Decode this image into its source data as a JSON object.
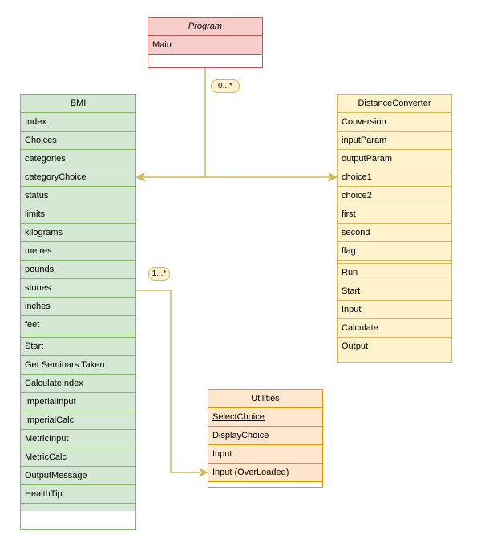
{
  "program": {
    "title": "Program",
    "attributes": [
      "Main"
    ]
  },
  "bmi": {
    "title": "BMI",
    "attributes": [
      "Index",
      "Choices",
      "categories",
      "categoryChoice",
      "status",
      "limits",
      "kilograms",
      "metres",
      "pounds",
      "stones",
      "inches",
      "feet"
    ],
    "methods": [
      "Start",
      "Get Seminars Taken",
      "CalculateIndex",
      "ImperialInput",
      "ImperialCalc",
      "MetricInput",
      "MetricCalc",
      "OutputMessage",
      "HealthTip"
    ]
  },
  "distance_converter": {
    "title": "DistanceConverter",
    "attributes": [
      "Conversion",
      "inputParam",
      "outputParam",
      "choice1",
      "choice2",
      "first",
      "second",
      "flag"
    ],
    "methods": [
      "Run",
      "Start",
      "Input",
      "Calculate",
      "Output"
    ]
  },
  "utilities": {
    "title": "Utilities",
    "methods": [
      "SelectChoice",
      "DisplayChoice",
      "Input",
      "Input (OverLoaded)"
    ]
  },
  "multiplicities": {
    "program_link": "0...*",
    "utilities_link": "1...*"
  },
  "colors": {
    "program_fill": "#f8cecc",
    "program_stroke": "#b85450",
    "bmi_fill": "#d5e8d4",
    "bmi_stroke": "#82b366",
    "converter_fill": "#fff2cc",
    "converter_stroke": "#d6b656",
    "utilities_fill": "#ffe6cc",
    "utilities_stroke": "#d79b00",
    "connector": "#d6b656"
  }
}
